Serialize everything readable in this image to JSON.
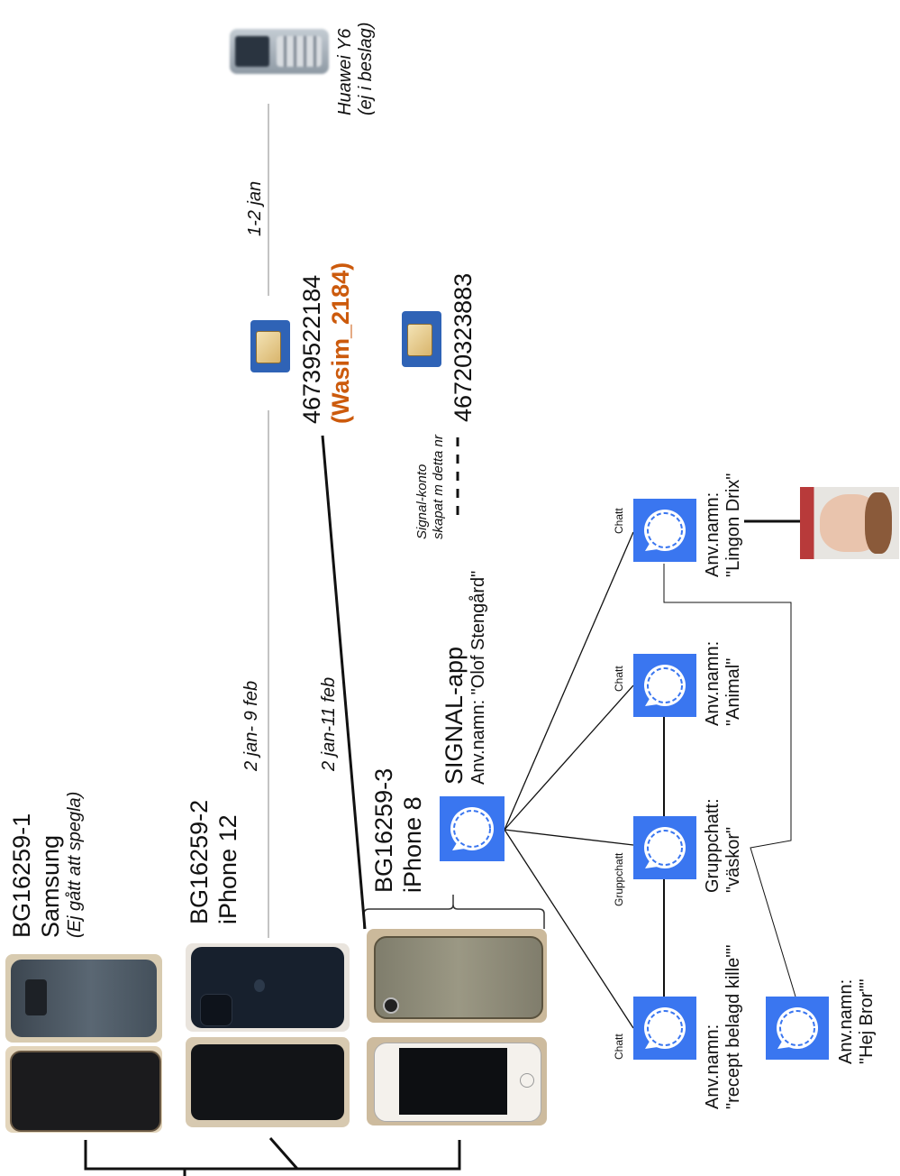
{
  "devices": {
    "bg1": {
      "id": "BG16259-1",
      "model": "Samsung",
      "note": "(Ej gått att spegla)"
    },
    "bg2": {
      "id": "BG16259-2",
      "model": "iPhone 12"
    },
    "bg3": {
      "id": "BG16259-3",
      "model": "iPhone 8"
    },
    "huawei": {
      "model": "Huawei Y6",
      "note": "(ej i beslag)"
    }
  },
  "periods": {
    "bg2": "2 jan- 9 feb",
    "bg3": "2 jan-11 feb",
    "huawei": "1-2 jan"
  },
  "sims": {
    "sim1": {
      "number": "46739522184",
      "alias_open": "(",
      "alias": "Wasim_2184",
      "alias_close": ")"
    },
    "sim2": {
      "number": "46720323883",
      "note_line1": "Signal-konto",
      "note_line2": "skapat m detta nr"
    }
  },
  "signal_app": {
    "title": "SIGNAL-app",
    "username": "Anv.namn:  \"Olof Stengård\""
  },
  "chats": {
    "recept": {
      "type": "Chatt",
      "line1": "Anv.namn:",
      "line2": "\"recept belagd kille\"\""
    },
    "vaskor": {
      "type": "Gruppchatt",
      "line1": "Gruppchatt:",
      "line2": "\"väskor\""
    },
    "animal": {
      "type": "Chatt",
      "line1": "Anv.namn:",
      "line2": "\"Animal\""
    },
    "lingon": {
      "type": "Chatt",
      "line1": "Anv.namn:",
      "line2": "\"Lingon Drix\""
    },
    "hejbror": {
      "line1": "Anv.namn:",
      "line2": "\"Hej Bror\"\""
    }
  },
  "colors": {
    "signal_blue": "#3a76f0",
    "orange": "#cc5a0c",
    "sim_blue": "#2f63b6"
  }
}
